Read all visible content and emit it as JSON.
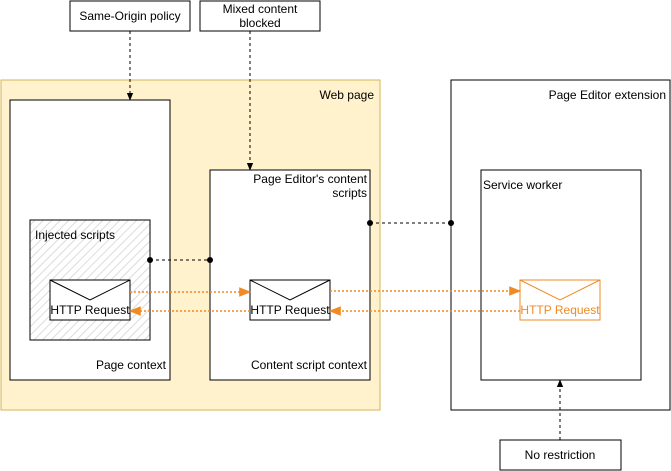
{
  "labels": {
    "same_origin": "Same-Origin policy",
    "mixed_content_line1": "Mixed content",
    "mixed_content_line2": "blocked",
    "web_page": "Web page",
    "page_editor_extension": "Page Editor extension",
    "content_scripts_line1": "Page Editor's content",
    "content_scripts_line2": "scripts",
    "service_worker": "Service worker",
    "injected_scripts": "Injected scripts",
    "http_request_injected": "HTTP Request",
    "http_request_content": "HTTP Request",
    "http_request_worker": "HTTP Request",
    "page_context": "Page context",
    "content_script_context": "Content script context",
    "no_restriction": "No restriction"
  },
  "colors": {
    "web_page_fill": "#fff2cc",
    "web_page_stroke": "#d6b656",
    "accent_orange": "#f08a24",
    "line": "#000000"
  },
  "icons": [
    "envelope-icon",
    "hatch-pattern"
  ]
}
